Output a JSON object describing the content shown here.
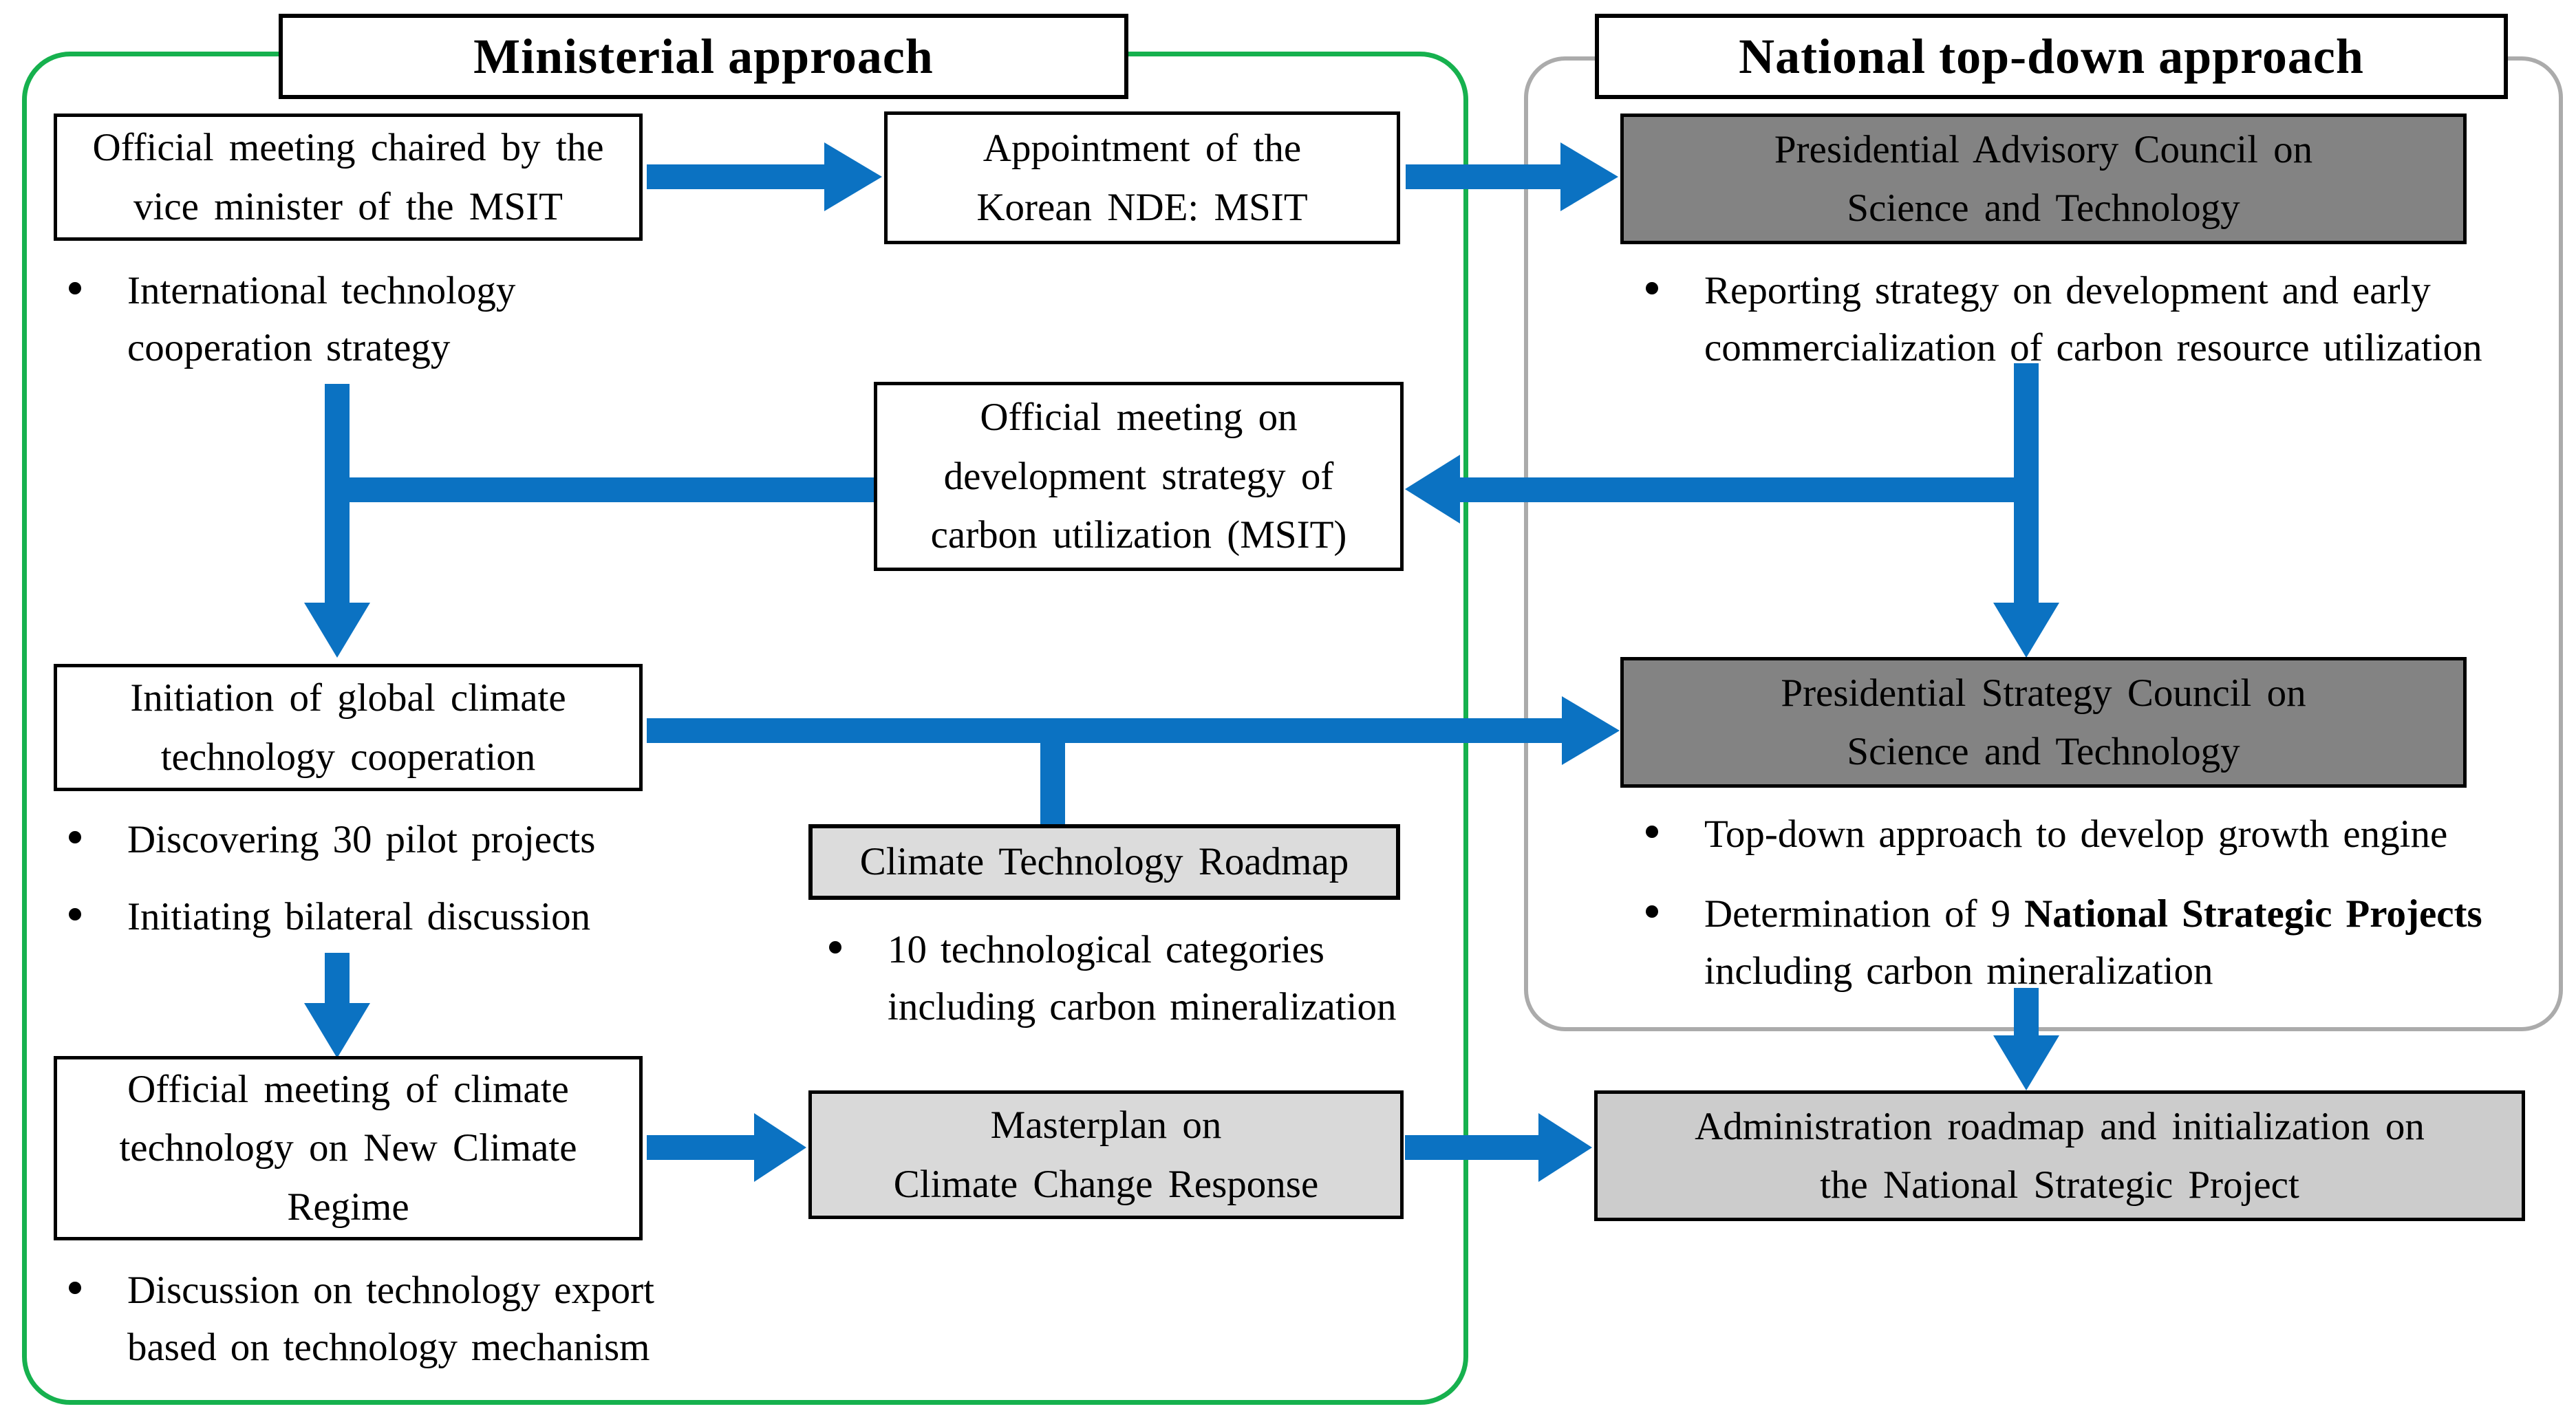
{
  "ministerial": {
    "title": "Ministerial approach",
    "vice_minister_meeting": {
      "label": "Official meeting chaired by the\nvice minister of the MSIT",
      "bullets": [
        "International technology cooperation strategy"
      ]
    },
    "appointment_nde": {
      "label": "Appointment of the\nKorean NDE: MSIT"
    },
    "carbon_strategy_meeting": {
      "label": "Official meeting on\ndevelopment strategy of\ncarbon utilization (MSIT)"
    },
    "initiation_cooperation": {
      "label": "Initiation of global climate\ntechnology cooperation",
      "bullets": [
        "Discovering 30 pilot projects",
        "Initiating bilateral discussion"
      ]
    },
    "climate_tech_roadmap": {
      "label": "Climate Technology Roadmap",
      "bullets": [
        "10 technological categories including carbon mineralization"
      ]
    },
    "new_climate_regime_meeting": {
      "label": "Official meeting of climate\ntechnology on New Climate\nRegime",
      "bullets": [
        "Discussion on technology export based on technology mechanism"
      ]
    },
    "masterplan": {
      "label": "Masterplan on\nClimate Change Response"
    }
  },
  "national": {
    "title": "National top-down approach",
    "advisory_council": {
      "label": "Presidential Advisory Council on\nScience and Technology",
      "bullets": [
        "Reporting strategy on development and early commercialization of carbon resource utilization"
      ]
    },
    "strategy_council": {
      "label": "Presidential Strategy Council on\nScience and Technology",
      "bullets": [
        "Top-down approach to develop growth engine"
      ],
      "bullet_determination": {
        "pre": "Determination of 9 ",
        "bold": "National Strategic Projects",
        "post": " including carbon mineralization"
      }
    },
    "administration_roadmap": {
      "label": "Administration roadmap and initialization on\nthe National Strategic Project"
    }
  },
  "colors": {
    "arrow_blue": "#0B72C2",
    "dark_box_fill": "#838383",
    "light_box_fill": "#DCDCDC",
    "administration_box_fill": "#CCCCCC",
    "ministerial_border_green": "#16B14E",
    "national_border_gray": "#ABABAB"
  }
}
